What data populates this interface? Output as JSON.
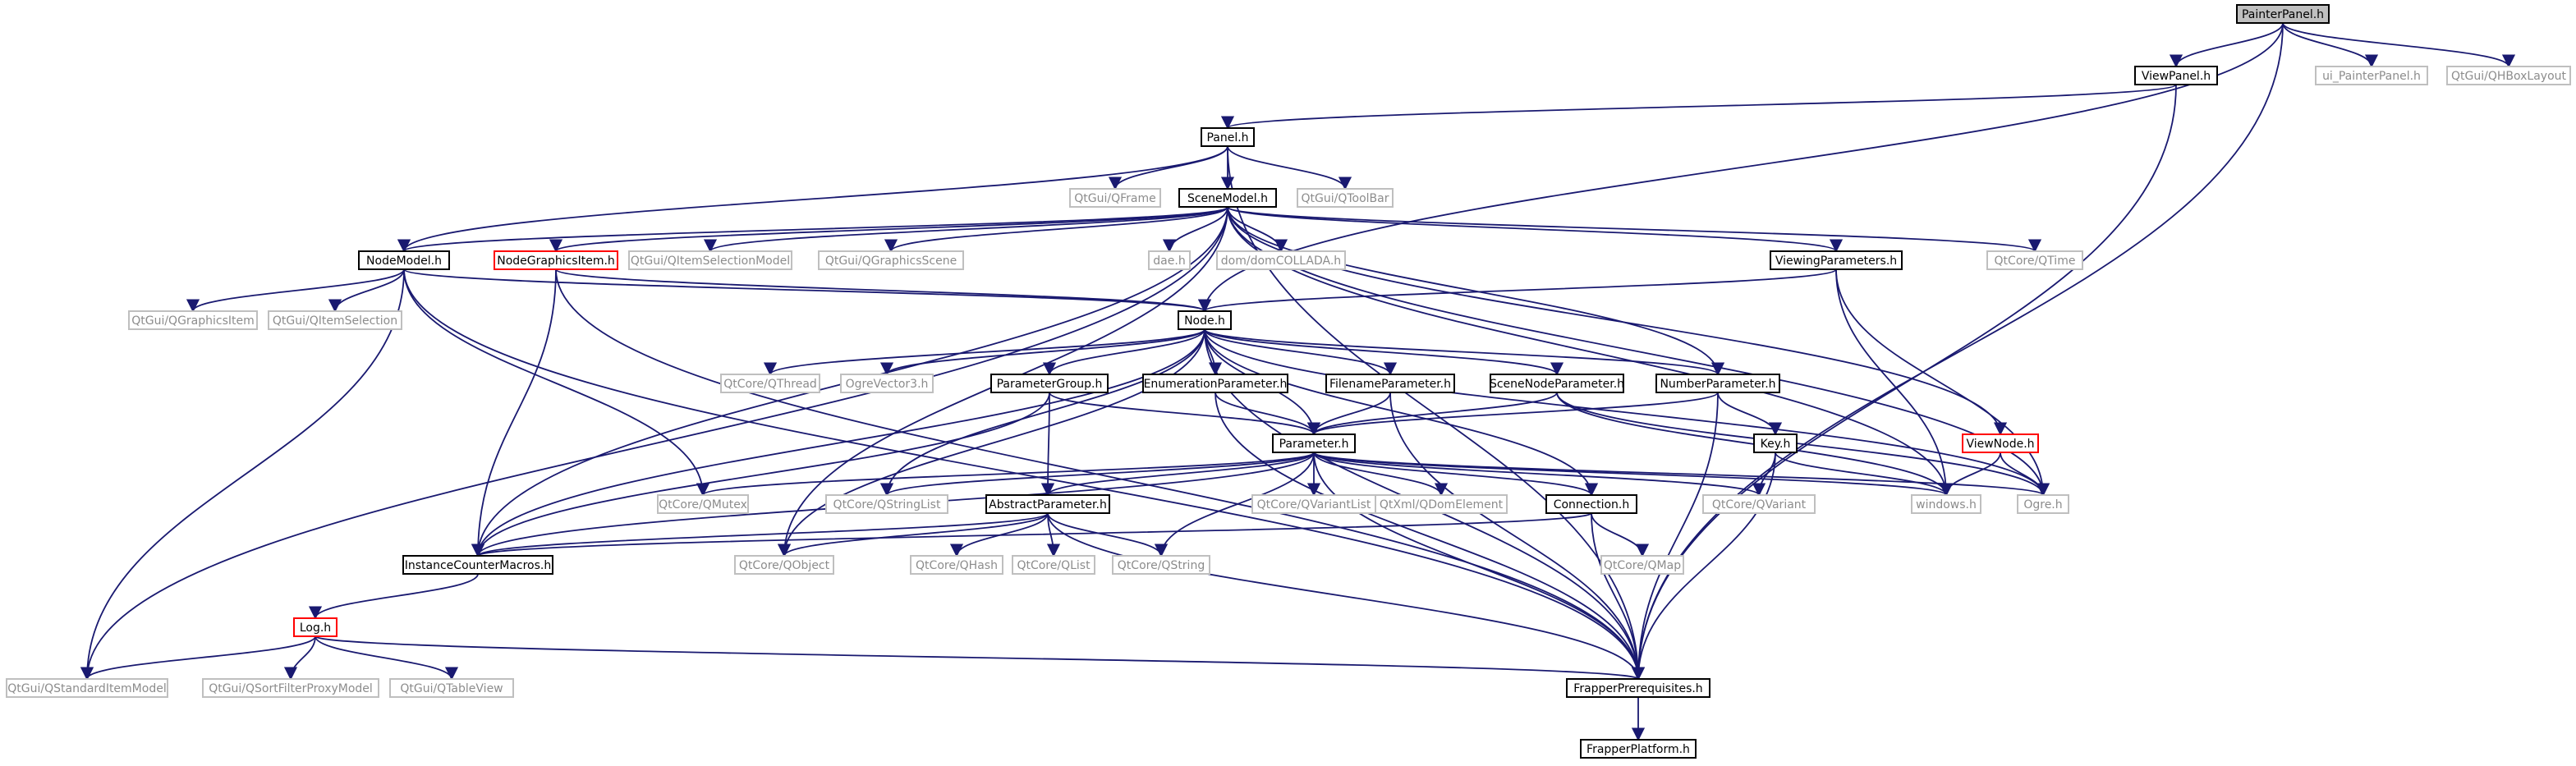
{
  "colors": {
    "edge": "#191970",
    "node_border_dark": "#000000",
    "node_border_gray": "#bfbfbf",
    "node_border_red": "#ff0000",
    "node_fill": "#ffffff",
    "node_fill_root": "#bfbfbf",
    "text_dark": "#000000",
    "text_gray": "#8c8c8c"
  },
  "nodes": [
    {
      "id": "PainterPanel",
      "label": "PainterPanel.h",
      "style": "root"
    },
    {
      "id": "ViewPanel",
      "label": "ViewPanel.h",
      "style": "dark"
    },
    {
      "id": "ui_PainterPanel",
      "label": "ui_PainterPanel.h",
      "style": "gray"
    },
    {
      "id": "QHBoxLayout",
      "label": "QtGui/QHBoxLayout",
      "style": "gray"
    },
    {
      "id": "Panel",
      "label": "Panel.h",
      "style": "dark"
    },
    {
      "id": "QFrame",
      "label": "QtGui/QFrame",
      "style": "gray"
    },
    {
      "id": "SceneModel",
      "label": "SceneModel.h",
      "style": "dark"
    },
    {
      "id": "QToolBar",
      "label": "QtGui/QToolBar",
      "style": "gray"
    },
    {
      "id": "NodeModel",
      "label": "NodeModel.h",
      "style": "dark"
    },
    {
      "id": "NodeGraphicsItem",
      "label": "NodeGraphicsItem.h",
      "style": "red"
    },
    {
      "id": "QItemSelectionModel",
      "label": "QtGui/QItemSelectionModel",
      "style": "gray"
    },
    {
      "id": "QGraphicsScene",
      "label": "QtGui/QGraphicsScene",
      "style": "gray"
    },
    {
      "id": "dae",
      "label": "dae.h",
      "style": "gray"
    },
    {
      "id": "domCOLLADA",
      "label": "dom/domCOLLADA.h",
      "style": "gray"
    },
    {
      "id": "ViewingParameters",
      "label": "ViewingParameters.h",
      "style": "dark"
    },
    {
      "id": "QTime",
      "label": "QtCore/QTime",
      "style": "gray"
    },
    {
      "id": "QGraphicsItem",
      "label": "QtGui/QGraphicsItem",
      "style": "gray"
    },
    {
      "id": "QItemSelection",
      "label": "QtGui/QItemSelection",
      "style": "gray"
    },
    {
      "id": "Node",
      "label": "Node.h",
      "style": "dark"
    },
    {
      "id": "QThread",
      "label": "QtCore/QThread",
      "style": "gray"
    },
    {
      "id": "OgreVector3",
      "label": "OgreVector3.h",
      "style": "gray"
    },
    {
      "id": "ParameterGroup",
      "label": "ParameterGroup.h",
      "style": "dark"
    },
    {
      "id": "EnumerationParameter",
      "label": "EnumerationParameter.h",
      "style": "dark"
    },
    {
      "id": "FilenameParameter",
      "label": "FilenameParameter.h",
      "style": "dark"
    },
    {
      "id": "SceneNodeParameter",
      "label": "SceneNodeParameter.h",
      "style": "dark"
    },
    {
      "id": "NumberParameter",
      "label": "NumberParameter.h",
      "style": "dark"
    },
    {
      "id": "Parameter",
      "label": "Parameter.h",
      "style": "dark"
    },
    {
      "id": "Key",
      "label": "Key.h",
      "style": "dark"
    },
    {
      "id": "ViewNode",
      "label": "ViewNode.h",
      "style": "red"
    },
    {
      "id": "QMutex",
      "label": "QtCore/QMutex",
      "style": "gray"
    },
    {
      "id": "QStringList",
      "label": "QtCore/QStringList",
      "style": "gray"
    },
    {
      "id": "AbstractParameter",
      "label": "AbstractParameter.h",
      "style": "dark"
    },
    {
      "id": "QVariantList",
      "label": "QtCore/QVariantList",
      "style": "gray"
    },
    {
      "id": "QDomElement",
      "label": "QtXml/QDomElement",
      "style": "gray"
    },
    {
      "id": "Connection",
      "label": "Connection.h",
      "style": "dark"
    },
    {
      "id": "QVariant",
      "label": "QtCore/QVariant",
      "style": "gray"
    },
    {
      "id": "windows",
      "label": "windows.h",
      "style": "gray"
    },
    {
      "id": "Ogre",
      "label": "Ogre.h",
      "style": "gray"
    },
    {
      "id": "InstanceCounterMacros",
      "label": "InstanceCounterMacros.h",
      "style": "dark"
    },
    {
      "id": "QObject",
      "label": "QtCore/QObject",
      "style": "gray"
    },
    {
      "id": "QHash",
      "label": "QtCore/QHash",
      "style": "gray"
    },
    {
      "id": "QList",
      "label": "QtCore/QList",
      "style": "gray"
    },
    {
      "id": "QString",
      "label": "QtCore/QString",
      "style": "gray"
    },
    {
      "id": "QMap",
      "label": "QtCore/QMap",
      "style": "gray"
    },
    {
      "id": "Log",
      "label": "Log.h",
      "style": "red"
    },
    {
      "id": "QStandardItemModel",
      "label": "QtGui/QStandardItemModel",
      "style": "gray"
    },
    {
      "id": "QSortFilterProxyModel",
      "label": "QtGui/QSortFilterProxyModel",
      "style": "gray"
    },
    {
      "id": "QTableView",
      "label": "QtGui/QTableView",
      "style": "gray"
    },
    {
      "id": "FrapperPrerequisites",
      "label": "FrapperPrerequisites.h",
      "style": "dark"
    },
    {
      "id": "FrapperPlatform",
      "label": "FrapperPlatform.h",
      "style": "dark"
    }
  ],
  "edges": [
    [
      "PainterPanel",
      "ViewPanel"
    ],
    [
      "PainterPanel",
      "ui_PainterPanel"
    ],
    [
      "PainterPanel",
      "QHBoxLayout"
    ],
    [
      "PainterPanel",
      "Node"
    ],
    [
      "PainterPanel",
      "FrapperPrerequisites"
    ],
    [
      "ViewPanel",
      "Panel"
    ],
    [
      "ViewPanel",
      "FrapperPrerequisites"
    ],
    [
      "Panel",
      "QFrame"
    ],
    [
      "Panel",
      "SceneModel"
    ],
    [
      "Panel",
      "QToolBar"
    ],
    [
      "Panel",
      "NodeModel"
    ],
    [
      "Panel",
      "FrapperPrerequisites"
    ],
    [
      "SceneModel",
      "NodeModel"
    ],
    [
      "SceneModel",
      "NodeGraphicsItem"
    ],
    [
      "SceneModel",
      "QItemSelectionModel"
    ],
    [
      "SceneModel",
      "QGraphicsScene"
    ],
    [
      "SceneModel",
      "dae"
    ],
    [
      "SceneModel",
      "domCOLLADA"
    ],
    [
      "SceneModel",
      "ViewingParameters"
    ],
    [
      "SceneModel",
      "QTime"
    ],
    [
      "SceneModel",
      "ViewNode"
    ],
    [
      "SceneModel",
      "NumberParameter"
    ],
    [
      "SceneModel",
      "windows"
    ],
    [
      "SceneModel",
      "Ogre"
    ],
    [
      "SceneModel",
      "QObject"
    ],
    [
      "SceneModel",
      "QStandardItemModel"
    ],
    [
      "SceneModel",
      "InstanceCounterMacros"
    ],
    [
      "NodeModel",
      "QGraphicsItem"
    ],
    [
      "NodeModel",
      "QItemSelection"
    ],
    [
      "NodeModel",
      "Node"
    ],
    [
      "NodeModel",
      "QStandardItemModel"
    ],
    [
      "NodeModel",
      "QMutex"
    ],
    [
      "NodeModel",
      "FrapperPrerequisites"
    ],
    [
      "NodeGraphicsItem",
      "Node"
    ],
    [
      "NodeGraphicsItem",
      "InstanceCounterMacros"
    ],
    [
      "NodeGraphicsItem",
      "FrapperPrerequisites"
    ],
    [
      "ViewingParameters",
      "Node"
    ],
    [
      "ViewingParameters",
      "windows"
    ],
    [
      "ViewingParameters",
      "Ogre"
    ],
    [
      "Node",
      "QThread"
    ],
    [
      "Node",
      "OgreVector3"
    ],
    [
      "Node",
      "ParameterGroup"
    ],
    [
      "Node",
      "EnumerationParameter"
    ],
    [
      "Node",
      "FilenameParameter"
    ],
    [
      "Node",
      "SceneNodeParameter"
    ],
    [
      "Node",
      "NumberParameter"
    ],
    [
      "Node",
      "Parameter"
    ],
    [
      "Node",
      "QStringList"
    ],
    [
      "Node",
      "QObject"
    ],
    [
      "Node",
      "InstanceCounterMacros"
    ],
    [
      "Node",
      "Connection"
    ],
    [
      "Node",
      "FrapperPrerequisites"
    ],
    [
      "Node",
      "Ogre"
    ],
    [
      "ParameterGroup",
      "Parameter"
    ],
    [
      "ParameterGroup",
      "AbstractParameter"
    ],
    [
      "ParameterGroup",
      "InstanceCounterMacros"
    ],
    [
      "EnumerationParameter",
      "Parameter"
    ],
    [
      "EnumerationParameter",
      "FrapperPrerequisites"
    ],
    [
      "FilenameParameter",
      "Parameter"
    ],
    [
      "FilenameParameter",
      "FrapperPrerequisites"
    ],
    [
      "SceneNodeParameter",
      "Parameter"
    ],
    [
      "SceneNodeParameter",
      "windows"
    ],
    [
      "SceneNodeParameter",
      "Ogre"
    ],
    [
      "NumberParameter",
      "Parameter"
    ],
    [
      "NumberParameter",
      "Key"
    ],
    [
      "NumberParameter",
      "FrapperPrerequisites"
    ],
    [
      "Parameter",
      "QMutex"
    ],
    [
      "Parameter",
      "QStringList"
    ],
    [
      "Parameter",
      "AbstractParameter"
    ],
    [
      "Parameter",
      "QVariantList"
    ],
    [
      "Parameter",
      "QDomElement"
    ],
    [
      "Parameter",
      "Connection"
    ],
    [
      "Parameter",
      "QVariant"
    ],
    [
      "Parameter",
      "windows"
    ],
    [
      "Parameter",
      "Ogre"
    ],
    [
      "Parameter",
      "QString"
    ],
    [
      "Parameter",
      "InstanceCounterMacros"
    ],
    [
      "Parameter",
      "FrapperPrerequisites"
    ],
    [
      "Key",
      "QVariant"
    ],
    [
      "Key",
      "windows"
    ],
    [
      "Key",
      "FrapperPrerequisites"
    ],
    [
      "ViewNode",
      "windows"
    ],
    [
      "ViewNode",
      "Ogre"
    ],
    [
      "AbstractParameter",
      "InstanceCounterMacros"
    ],
    [
      "AbstractParameter",
      "QObject"
    ],
    [
      "AbstractParameter",
      "QHash"
    ],
    [
      "AbstractParameter",
      "QList"
    ],
    [
      "AbstractParameter",
      "QString"
    ],
    [
      "AbstractParameter",
      "FrapperPrerequisites"
    ],
    [
      "Connection",
      "InstanceCounterMacros"
    ],
    [
      "Connection",
      "QMap"
    ],
    [
      "Connection",
      "FrapperPrerequisites"
    ],
    [
      "InstanceCounterMacros",
      "Log"
    ],
    [
      "Log",
      "QStandardItemModel"
    ],
    [
      "Log",
      "QSortFilterProxyModel"
    ],
    [
      "Log",
      "QTableView"
    ],
    [
      "Log",
      "FrapperPrerequisites"
    ],
    [
      "FrapperPrerequisites",
      "FrapperPlatform"
    ]
  ]
}
